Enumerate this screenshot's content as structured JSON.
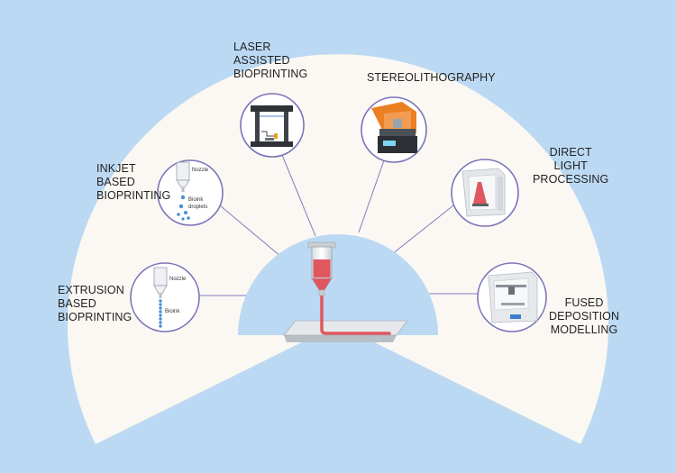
{
  "colors": {
    "background": "#bcd9f3",
    "fan": "#fbf8f3",
    "center": "#bcd9f3",
    "ring": "#7c74b8",
    "connector": "#7f7cc0",
    "bioink": "#e0575f",
    "droplet": "#4a8fd6"
  },
  "labels": {
    "laser": "LASER\nASSISTED\nBIOPRINTING",
    "stereo": "STEREOLITHOGRAPHY",
    "inkjet": "INKJET\nBASED\nBIOPRINTING",
    "dlp": "DIRECT\nLIGHT\nPROCESSING",
    "extrusion": "EXTRUSION\nBASED\nBIOPRINTING",
    "fdm": "FUSED\nDEPOSITION\nMODELLING"
  },
  "inkjet_icon": {
    "nozzle": "Nozzle",
    "bioink_1": "Bioink",
    "bioink_2": "droplets"
  },
  "extrusion_icon": {
    "nozzle": "Nozzle",
    "bioink": "Bioink"
  },
  "icons": {
    "laser": "laser-printer-icon",
    "stereo": "sla-printer-icon",
    "inkjet": "inkjet-nozzle-icon",
    "dlp": "dlp-printer-icon",
    "extrusion": "extrusion-nozzle-icon",
    "fdm": "fdm-printer-icon",
    "center": "bioprinter-syringe-icon"
  }
}
